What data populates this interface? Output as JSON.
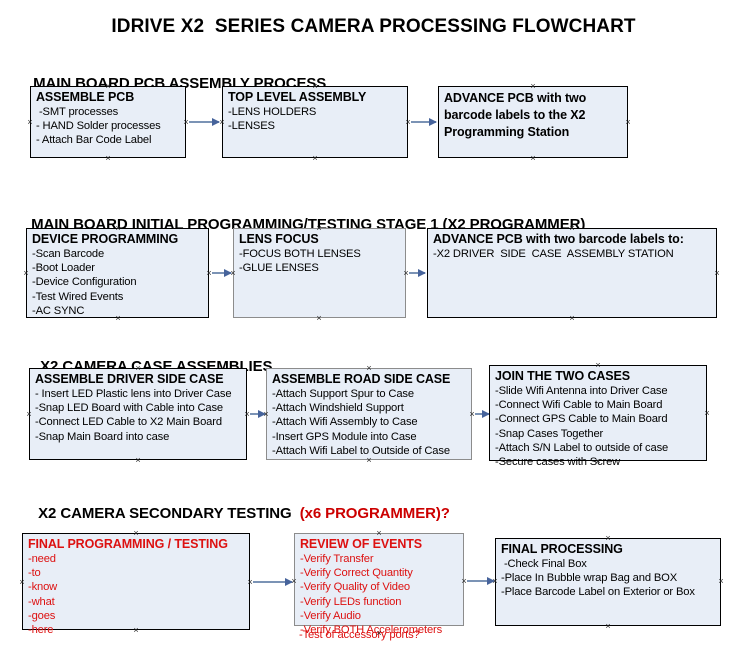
{
  "title": "IDRIVE X2  SERIES CAMERA PROCESSING FLOWCHART",
  "sections": [
    {
      "heading": "MAIN BOARD PCB ASSEMBLY PROCESS",
      "heading_accent": "",
      "nodes": [
        {
          "title": "ASSEMBLE PCB",
          "lines": [
            " -SMT processes",
            "- HAND Solder processes",
            "- Attach Bar Code Label"
          ]
        },
        {
          "title": "TOP LEVEL ASSEMBLY",
          "lines": [
            "-LENS HOLDERS",
            "-LENSES"
          ]
        },
        {
          "title": "ADVANCE PCB with two barcode labels to the  X2 Programming Station",
          "lines": []
        }
      ]
    },
    {
      "heading": "MAIN BOARD INITIAL PROGRAMMING/TESTING STAGE 1 (X2 PROGRAMMER)",
      "heading_accent": "",
      "nodes": [
        {
          "title": "DEVICE PROGRAMMING",
          "lines": [
            "-Scan Barcode",
            "-Boot Loader",
            "-Device Configuration",
            "-Test Wired Events",
            "-AC SYNC"
          ]
        },
        {
          "title": "LENS FOCUS",
          "lines": [
            "-FOCUS BOTH LENSES",
            "-GLUE LENSES"
          ]
        },
        {
          "title": "ADVANCE PCB with two barcode labels to:",
          "lines": [
            "-X2 DRIVER  SIDE  CASE  ASSEMBLY STATION"
          ]
        }
      ]
    },
    {
      "heading": "X2 CAMERA CASE ASSEMBLIES",
      "heading_accent": "",
      "nodes": [
        {
          "title": "ASSEMBLE DRIVER SIDE CASE",
          "lines": [
            "- Insert LED Plastic lens into Driver Case",
            "-Snap LED Board with Cable into Case",
            "-Connect LED Cable to X2 Main Board",
            "-Snap Main Board into case"
          ]
        },
        {
          "title": "ASSEMBLE ROAD SIDE CASE",
          "lines": [
            "-Attach Support Spur to Case",
            "-Attach Windshield Support",
            "-Attach Wifi Assembly to Case",
            "-Insert GPS Module into Case",
            "-Attach Wifi Label to Outside of Case"
          ]
        },
        {
          "title": "JOIN THE TWO CASES",
          "lines": [
            "-Slide Wifi Antenna into Driver Case",
            "-Connect Wifi Cable to Main Board",
            "-Connect GPS Cable to Main Board",
            "-Snap Cases Together",
            "-Attach S/N Label to outside of case",
            "-Secure cases with Screw"
          ]
        }
      ]
    },
    {
      "heading": "X2 CAMERA SECONDARY TESTING  ",
      "heading_accent": "(x6 PROGRAMMER)?",
      "nodes": [
        {
          "title": "FINAL PROGRAMMING / TESTING",
          "lines": [
            "-need",
            "-to",
            "-know",
            "-what",
            "-goes",
            "-here"
          ]
        },
        {
          "title": "REVIEW OF EVENTS",
          "lines": [
            "-Verify Transfer",
            "-Verify Correct Quantity",
            "-Verify Quality of Video",
            "-Verify LEDs function",
            "-Verify Audio",
            "-Verify BOTH Accelerometers"
          ],
          "overflow_line": "-Test of accessory ports?"
        },
        {
          "title": "FINAL PROCESSING",
          "lines": [
            " -Check Final Box",
            "-Place In Bubble wrap Bag and BOX",
            "-Place Barcode Label on Exterior or Box"
          ]
        }
      ]
    }
  ],
  "colors": {
    "node_fill": "#e8eef7",
    "node_border": "#000000",
    "node_border_gray": "#8c8c8c",
    "accent_red": "#dd1111",
    "arrow": "#7b93b5"
  }
}
